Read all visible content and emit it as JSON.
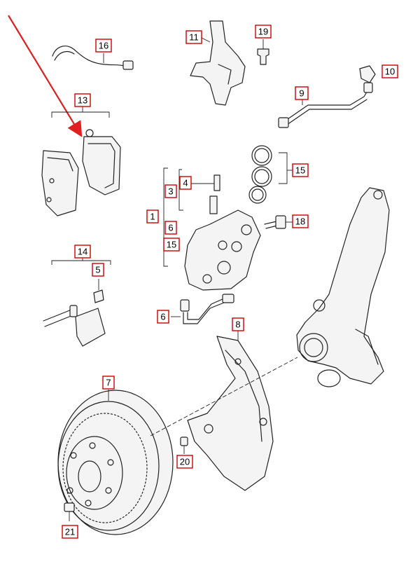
{
  "diagram": {
    "callouts": [
      "1",
      "3",
      "4",
      "5",
      "6",
      "6",
      "7",
      "8",
      "9",
      "10",
      "11",
      "13",
      "14",
      "15",
      "15",
      "16",
      "18",
      "19",
      "20",
      "21"
    ],
    "colors": {
      "callout_border": "#cc0000",
      "arrow": "#e02020",
      "line_art": "#222222"
    }
  }
}
